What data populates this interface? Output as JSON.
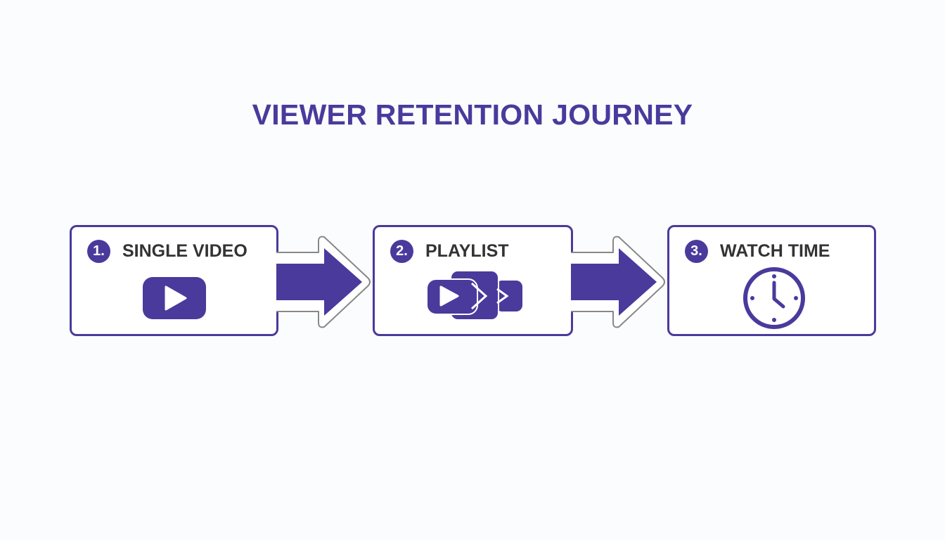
{
  "title": "VIEWER RETENTION JOURNEY",
  "accent_color": "#4a3a9c",
  "steps": [
    {
      "number": "1.",
      "label": "SINGLE VIDEO",
      "icon": "video-play-icon"
    },
    {
      "number": "2.",
      "label": "PLAYLIST",
      "icon": "playlist-icon"
    },
    {
      "number": "3.",
      "label": "WATCH TIME",
      "icon": "clock-icon"
    }
  ],
  "connectors": [
    {
      "from": "1",
      "to": "2",
      "icon": "arrow-right-icon"
    },
    {
      "from": "2",
      "to": "3",
      "icon": "arrow-right-icon"
    }
  ]
}
